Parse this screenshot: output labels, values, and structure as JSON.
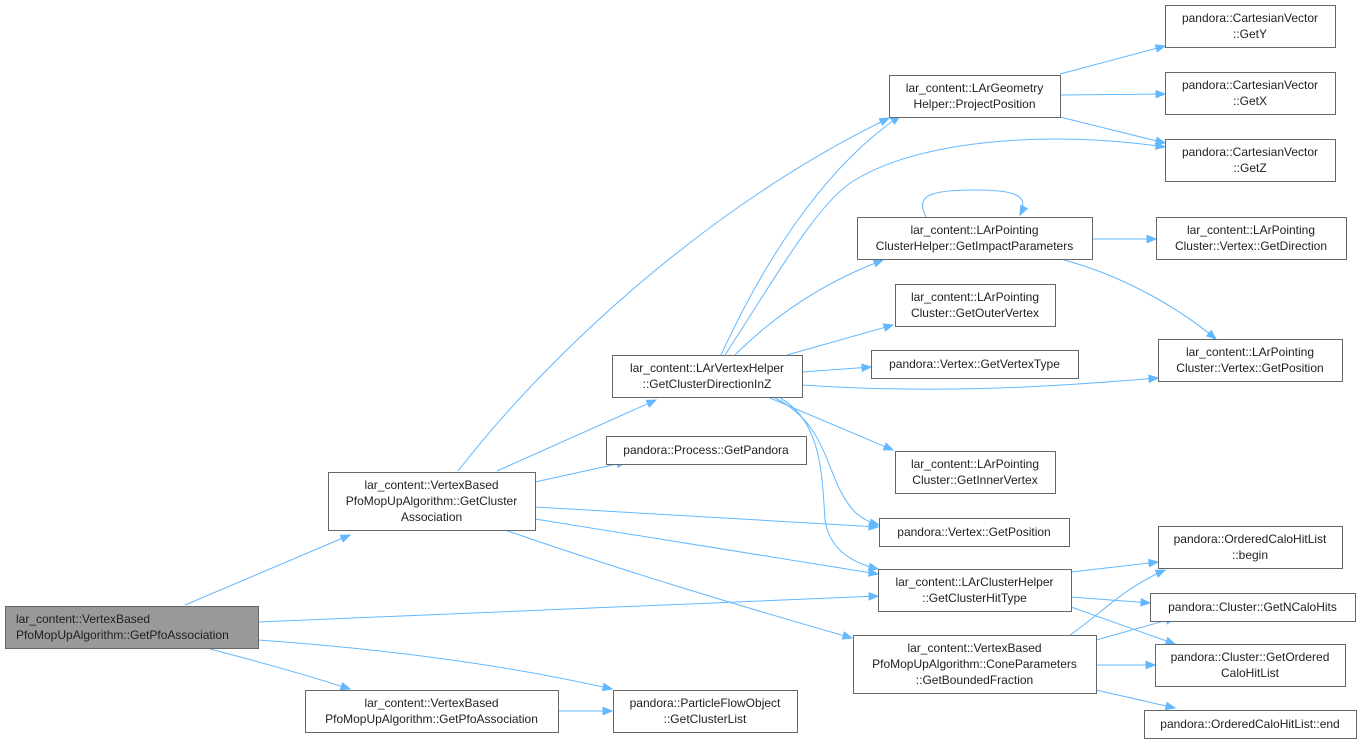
{
  "graph": {
    "nodes": [
      {
        "id": "root",
        "lines": [
          "lar_content::VertexBased",
          "PfoMopUpAlgorithm::GetPfoAssociation"
        ],
        "root": true
      },
      {
        "id": "gca",
        "lines": [
          "lar_content::VertexBased",
          "PfoMopUpAlgorithm::GetCluster",
          "Association"
        ]
      },
      {
        "id": "gpa2",
        "lines": [
          "lar_content::VertexBased",
          "PfoMopUpAlgorithm::GetPfoAssociation"
        ]
      },
      {
        "id": "pfo_gcl",
        "lines": [
          "pandora::ParticleFlowObject",
          "::GetClusterList"
        ]
      },
      {
        "id": "vh_gcd",
        "lines": [
          "lar_content::LArVertexHelper",
          "::GetClusterDirectionInZ"
        ]
      },
      {
        "id": "proc",
        "lines": [
          "pandora::Process::GetPandora"
        ]
      },
      {
        "id": "geo_pp",
        "lines": [
          "lar_content::LArGeometry",
          "Helper::ProjectPosition"
        ]
      },
      {
        "id": "cv_y",
        "lines": [
          "pandora::CartesianVector",
          "::GetY"
        ]
      },
      {
        "id": "cv_x",
        "lines": [
          "pandora::CartesianVector",
          "::GetX"
        ]
      },
      {
        "id": "cv_z",
        "lines": [
          "pandora::CartesianVector",
          "::GetZ"
        ]
      },
      {
        "id": "pch_gip",
        "lines": [
          "lar_content::LArPointing",
          "ClusterHelper::GetImpactParameters"
        ]
      },
      {
        "id": "pcv_dir",
        "lines": [
          "lar_content::LArPointing",
          "Cluster::Vertex::GetDirection"
        ]
      },
      {
        "id": "pc_outer",
        "lines": [
          "lar_content::LArPointing",
          "Cluster::GetOuterVertex"
        ]
      },
      {
        "id": "v_type",
        "lines": [
          "pandora::Vertex::GetVertexType"
        ]
      },
      {
        "id": "pcv_pos",
        "lines": [
          "lar_content::LArPointing",
          "Cluster::Vertex::GetPosition"
        ]
      },
      {
        "id": "pc_inner",
        "lines": [
          "lar_content::LArPointing",
          "Cluster::GetInnerVertex"
        ]
      },
      {
        "id": "v_pos",
        "lines": [
          "pandora::Vertex::GetPosition"
        ]
      },
      {
        "id": "ch_ght",
        "lines": [
          "lar_content::LArClusterHelper",
          "::GetClusterHitType"
        ]
      },
      {
        "id": "cone_gbf",
        "lines": [
          "lar_content::VertexBased",
          "PfoMopUpAlgorithm::ConeParameters",
          "::GetBoundedFraction"
        ]
      },
      {
        "id": "och_begin",
        "lines": [
          "pandora::OrderedCaloHitList",
          "::begin"
        ]
      },
      {
        "id": "cl_ngch",
        "lines": [
          "pandora::Cluster::GetNCaloHits"
        ]
      },
      {
        "id": "cl_gochl",
        "lines": [
          "pandora::Cluster::GetOrdered",
          "CaloHitList"
        ]
      },
      {
        "id": "och_end",
        "lines": [
          "pandora::OrderedCaloHitList::end"
        ]
      }
    ]
  }
}
